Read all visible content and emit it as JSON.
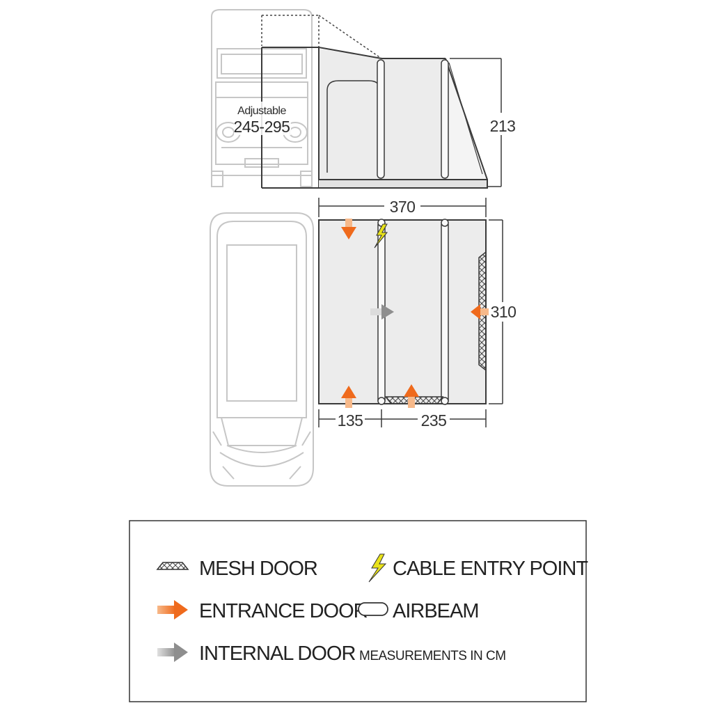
{
  "side_view": {
    "adjustable_label": "Adjustable",
    "adjustable_range": "245-295",
    "height_dim": "213"
  },
  "plan_view": {
    "width_dim": "370",
    "depth_dim": "310",
    "left_section_dim": "135",
    "right_section_dim": "235"
  },
  "legend": {
    "mesh_door": "MESH DOOR",
    "cable_entry": "CABLE ENTRY POINT",
    "entrance_door": "ENTRANCE DOOR",
    "airbeam": "AIRBEAM",
    "internal_door": "INTERNAL DOOR",
    "measurements": "MEASUREMENTS IN CM"
  },
  "colors": {
    "entrance_arrow": "#f07a2a",
    "internal_arrow": "#9a9a9a",
    "cable_bolt": "#e8e21a",
    "van_outline": "#c8c8c8",
    "line": "#3a3a3a"
  }
}
